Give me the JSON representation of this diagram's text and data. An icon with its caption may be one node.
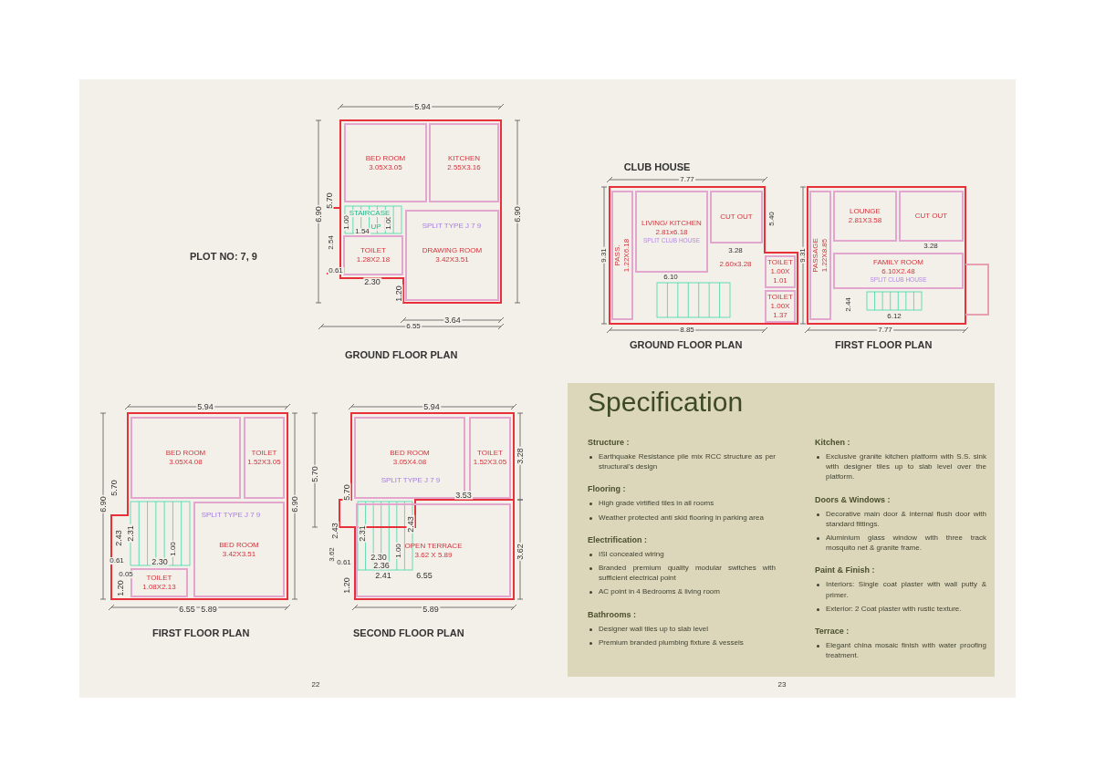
{
  "diagram": {
    "nodes": [
      {
        "text": [
          "GROUND FLOOR PLAN"
        ]
      },
      {
        "text": [
          "BED ROOM",
          "3.05X3.05"
        ],
        "in": 0
      },
      {
        "text": [
          "KITCHEN",
          "2.55X3.16"
        ],
        "in": 0
      },
      {
        "text": [
          "TOILET",
          "1.28X2.18"
        ],
        "in": 0
      },
      {
        "text": [
          "DRAWING ROOM",
          "3.42X3.51"
        ],
        "in": 0
      },
      {
        "text": [
          "FIRST FLOOR PLAN"
        ]
      },
      {
        "text": [
          "BED ROOM",
          "3.05X4.08"
        ],
        "in": 5
      },
      {
        "text": [
          "TOILET",
          "1.52X3.05"
        ],
        "in": 5
      },
      {
        "text": [
          "BED ROOM",
          "3.42X3.51"
        ],
        "in": 5
      },
      {
        "text": [
          "TOILET",
          "1.08X2.13"
        ],
        "in": 5
      },
      {
        "text": [
          "SECOND FLOOR PLAN"
        ]
      },
      {
        "text": [
          "BED ROOM",
          "3.05X4.08"
        ],
        "in": 10
      },
      {
        "text": [
          "TOILET",
          "1.52X3.05"
        ],
        "in": 10
      },
      {
        "text": [
          "OPEN TERRACE",
          "3.62 X 5.89"
        ],
        "in": 10
      },
      {
        "text": [
          "GROUND FLOOR PLAN"
        ]
      },
      {
        "text": [
          "PASS.",
          "1.22X6.18"
        ],
        "in": 14
      },
      {
        "text": [
          "LIVING/ KITCHEN",
          "2.81x6.18",
          "SPLIT CLUB HOUSE"
        ],
        "in": 14
      },
      {
        "text": [
          "CUT OUT"
        ],
        "in": 14
      },
      {
        "text": [
          "TOILET",
          "1.00X 1.01"
        ],
        "in": 14
      },
      {
        "text": [
          "TOILET",
          "1.00X 1.37"
        ],
        "in": 14
      },
      {
        "text": [
          "FIRST FLOOR PLAN"
        ]
      },
      {
        "text": [
          "PASSAGE",
          "1.22X8.85"
        ],
        "in": 20
      },
      {
        "text": [
          "LOUNGE",
          "2.81X3.58"
        ],
        "in": 20
      },
      {
        "text": [
          "CUT OUT"
        ],
        "in": 20
      },
      {
        "text": [
          "FAMILY ROOM",
          "6.10X2.48",
          "SPLIT CLUB HOUSE"
        ],
        "in": 20
      },
      {
        "text": [
          "Specification",
          "Structure :",
          "Earthquake Resistance pile mix RCC structure as per structural's design",
          "Flooring :",
          "High grade virtified tiles in all rooms",
          "Weather protected anti skid flooring in parking area",
          "Electrification :",
          "ISI concealed wiring",
          "Branded premium quality modular switches with sufficient electrical point",
          "AC point in 4 Bedrooms & living room",
          "Bathrooms :",
          "Designer wall tiles up to slab level",
          "Premium branded plumbing fixture & vessels",
          "Kitchen :",
          "Exclusive granite kitchen platform with S.S. sink with designer tiles up to slab level over the platform.",
          "Doors & Windows :",
          "Decorative main door & internal flush door with standard fittings.",
          "Aluminium glass window with three track mosquito net & granite frame.",
          "Paint & Finish :",
          "Interiors: Single coat plaster with wall putty & primer.",
          "Exterior: 2 Coat plaster with rustic texture.",
          "Terrace :",
          "Elegant china mosaic finish with water proofing treatment."
        ]
      }
    ],
    "labels": [
      "PLOT NO: 7, 9",
      "5.94",
      "6.90",
      "5.70",
      "1.00",
      "1.54",
      "1.00",
      "2.54",
      "0.61",
      "2.30",
      "1.20",
      "6.90",
      "3.64",
      "6.55",
      "STAIRCASE",
      "UP",
      "SPLIT TYPE J 7 9",
      "CLUB HOUSE",
      "7.77",
      "9.31",
      "5.40",
      "3.28",
      "2.60x3.28",
      "6.10",
      "8.85",
      "9.31",
      "3.28",
      "2.44",
      "6.12",
      "7.77",
      "5.94",
      "6.90",
      "5.70",
      "2.43",
      "2.31",
      "1.00",
      "0.61",
      "2.30",
      "0.05",
      "1.20",
      "6.90",
      "6.55",
      "5.89",
      "SPLIT TYPE J 7 9",
      "5.94",
      "5.70",
      "5.70",
      "3.28",
      "3.53",
      "SPLIT TYPE J 7 9",
      "2.43",
      "2.31",
      "2.43",
      "3.62",
      "1.00",
      "0.61",
      "2.30",
      "2.36",
      "2.41",
      "6.55",
      "1.20",
      "3.62",
      "5.89",
      "22",
      "23"
    ]
  }
}
